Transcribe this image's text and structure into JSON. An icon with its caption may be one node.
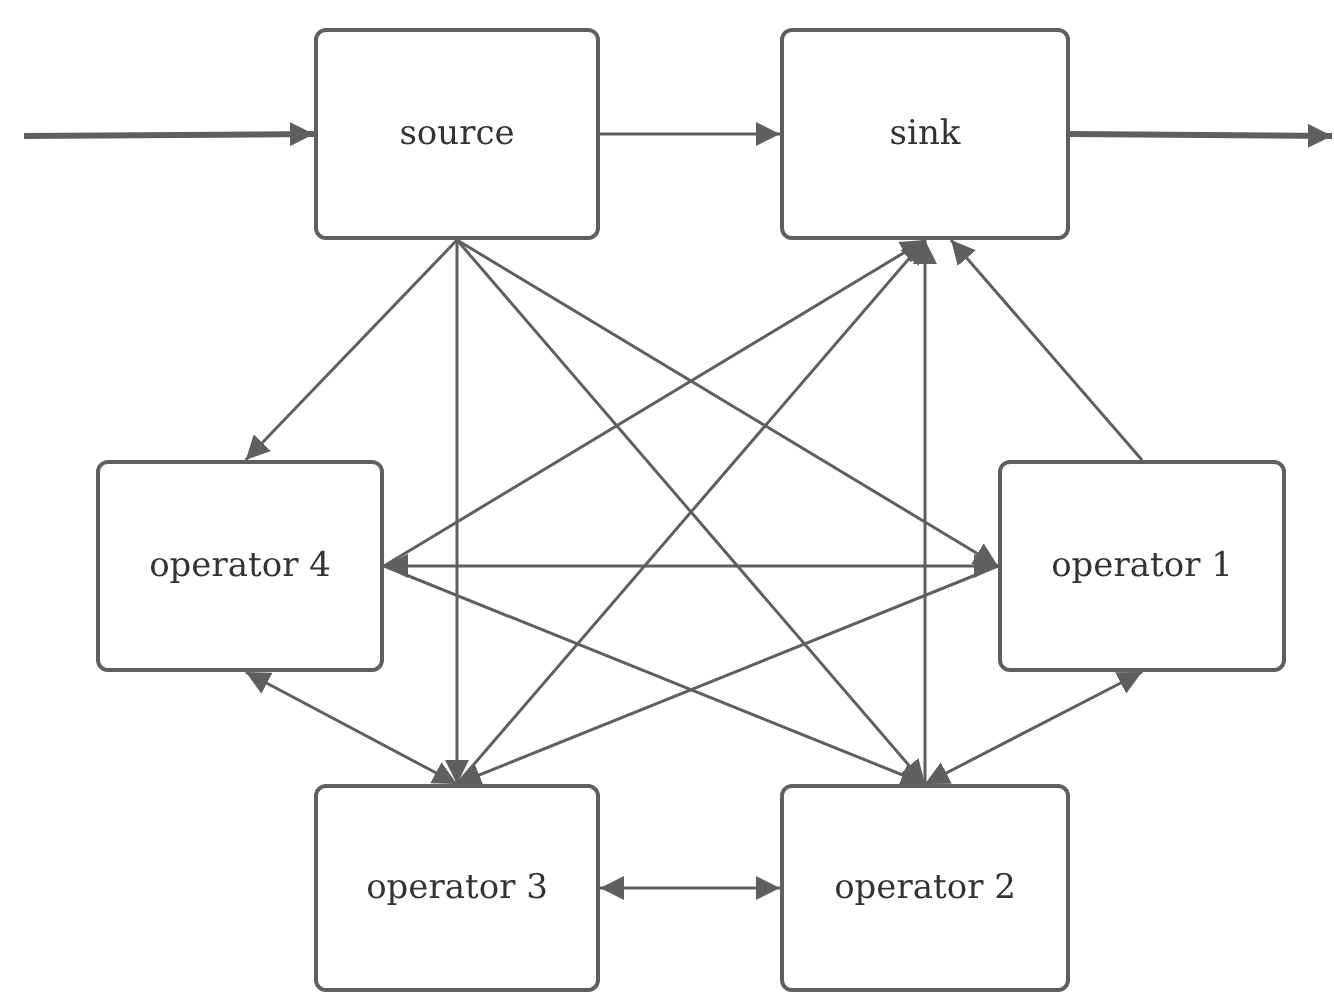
{
  "diagram": {
    "nodes": [
      {
        "text": [
          "source"
        ]
      },
      {
        "text": [
          "sink"
        ]
      },
      {
        "text": [
          "operator 4"
        ]
      },
      {
        "text": [
          "operator 1"
        ]
      },
      {
        "text": [
          "operator 3"
        ]
      },
      {
        "text": [
          "operator 2"
        ]
      }
    ],
    "edges": [
      {
        "from": null,
        "to": 0,
        "arrow": "to",
        "style": "thick"
      },
      {
        "from": 0,
        "to": 1,
        "arrow": "to"
      },
      {
        "from": 1,
        "to": null,
        "arrow": "to",
        "style": "thick"
      },
      {
        "from": 0,
        "to": 2,
        "arrow": "to"
      },
      {
        "from": 0,
        "to": 4,
        "arrow": "to"
      },
      {
        "from": 0,
        "to": 5,
        "arrow": "to"
      },
      {
        "from": 0,
        "to": 3,
        "arrow": "to"
      },
      {
        "from": 2,
        "to": 1,
        "arrow": "to"
      },
      {
        "from": 4,
        "to": 1,
        "arrow": "to"
      },
      {
        "from": 5,
        "to": 1,
        "arrow": "to"
      },
      {
        "from": 3,
        "to": 1,
        "arrow": "to"
      },
      {
        "from": 2,
        "to": 3,
        "arrow": "both"
      },
      {
        "from": 2,
        "to": 5,
        "arrow": "to"
      },
      {
        "from": 3,
        "to": 4,
        "arrow": "to"
      },
      {
        "from": 2,
        "to": 4,
        "arrow": "both"
      },
      {
        "from": 3,
        "to": 5,
        "arrow": "both"
      },
      {
        "from": 4,
        "to": 5,
        "arrow": "both"
      }
    ]
  }
}
